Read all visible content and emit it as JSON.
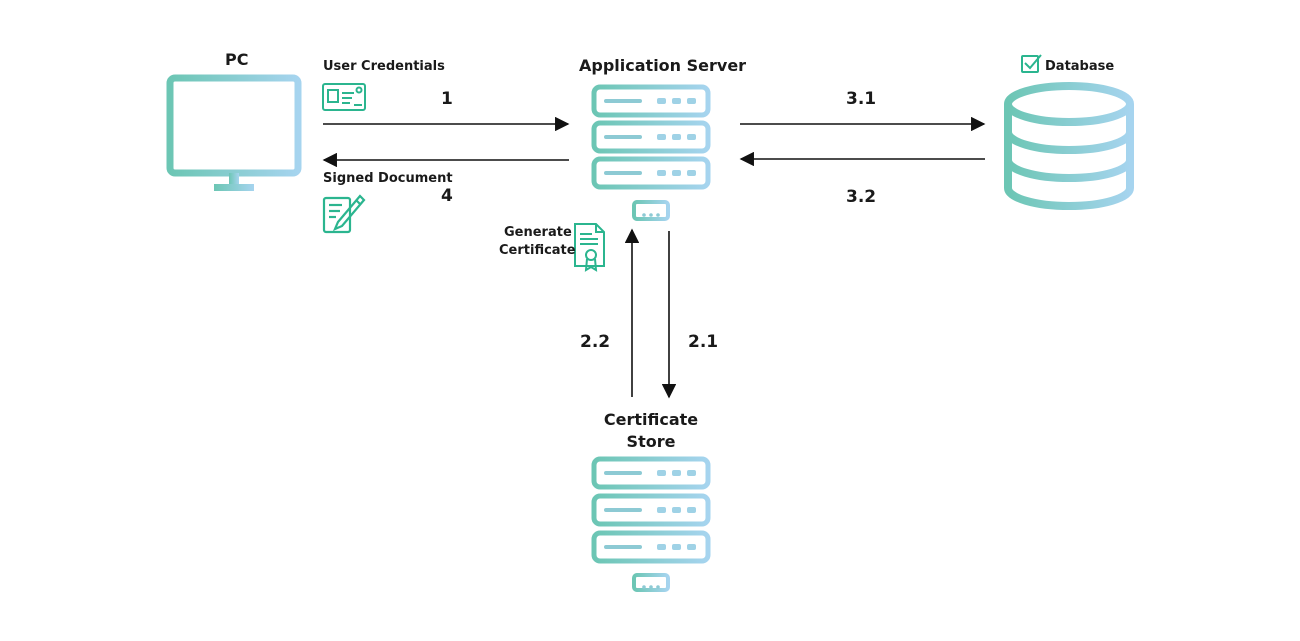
{
  "nodes": {
    "pc": {
      "label": "PC"
    },
    "app_server": {
      "label": "Application Server"
    },
    "database": {
      "label": "Database"
    },
    "cert_store": {
      "label_line1": "Certificate",
      "label_line2": "Store"
    }
  },
  "annotations": {
    "user_credentials": "User Credentials",
    "signed_document": "Signed Document",
    "generate_line1": "Generate",
    "generate_line2": "Certificate"
  },
  "steps": {
    "s1": "1",
    "s4": "4",
    "s31": "3.1",
    "s32": "3.2",
    "s21": "2.1",
    "s22": "2.2"
  },
  "colors": {
    "gradient_start": "#6cc6b4",
    "gradient_end": "#a6d4ef",
    "icon_green": "#2bb58f",
    "arrow": "#111111"
  }
}
